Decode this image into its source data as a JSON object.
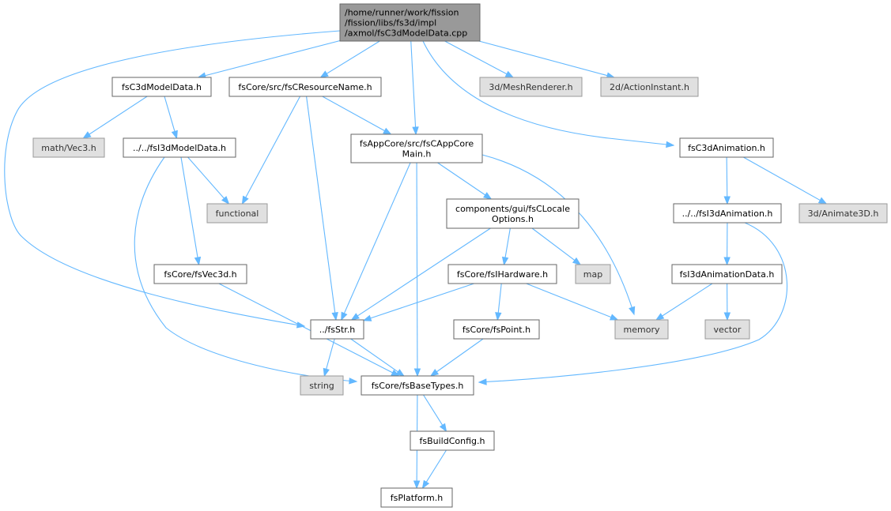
{
  "colors": {
    "edge": "#63b8ff",
    "root_fill": "#999999",
    "local_fill": "#ffffff",
    "external_fill": "#e0e0e0",
    "border": "#666666"
  },
  "nodes": [
    {
      "id": "root",
      "kind": "root",
      "lines": [
        "/home/runner/work/fission",
        "/fission/libs/fs3d/impl",
        "/axmol/fsC3dModelData.cpp"
      ]
    },
    {
      "id": "fsC3dModelData_h",
      "kind": "local",
      "lines": [
        "fsC3dModelData.h"
      ]
    },
    {
      "id": "fsCResourceName_h",
      "kind": "local",
      "lines": [
        "fsCore/src/fsCResourceName.h"
      ]
    },
    {
      "id": "MeshRenderer_h",
      "kind": "external",
      "lines": [
        "3d/MeshRenderer.h"
      ]
    },
    {
      "id": "ActionInstant_h",
      "kind": "external",
      "lines": [
        "2d/ActionInstant.h"
      ]
    },
    {
      "id": "Vec3_h",
      "kind": "external",
      "lines": [
        "math/Vec3.h"
      ]
    },
    {
      "id": "fsI3dModelData_h",
      "kind": "local",
      "lines": [
        "../../fsI3dModelData.h"
      ]
    },
    {
      "id": "fsCAppCoreMain_h",
      "kind": "local",
      "lines": [
        "fsAppCore/src/fsCAppCore",
        "Main.h"
      ]
    },
    {
      "id": "fsC3dAnimation_h",
      "kind": "local",
      "lines": [
        "fsC3dAnimation.h"
      ]
    },
    {
      "id": "functional",
      "kind": "external",
      "lines": [
        "functional"
      ]
    },
    {
      "id": "fsCLocaleOptions_h",
      "kind": "local",
      "lines": [
        "components/gui/fsCLocale",
        "Options.h"
      ]
    },
    {
      "id": "fsI3dAnimation_h",
      "kind": "local",
      "lines": [
        "../../fsI3dAnimation.h"
      ]
    },
    {
      "id": "Animate3D_h",
      "kind": "external",
      "lines": [
        "3d/Animate3D.h"
      ]
    },
    {
      "id": "fsVec3d_h",
      "kind": "local",
      "lines": [
        "fsCore/fsVec3d.h"
      ]
    },
    {
      "id": "fsIHardware_h",
      "kind": "local",
      "lines": [
        "fsCore/fsIHardware.h"
      ]
    },
    {
      "id": "map",
      "kind": "external",
      "lines": [
        "map"
      ]
    },
    {
      "id": "fsI3dAnimationData_h",
      "kind": "local",
      "lines": [
        "fsI3dAnimationData.h"
      ]
    },
    {
      "id": "fsStr_h",
      "kind": "local",
      "lines": [
        "../fsStr.h"
      ]
    },
    {
      "id": "fsPoint_h",
      "kind": "local",
      "lines": [
        "fsCore/fsPoint.h"
      ]
    },
    {
      "id": "memory",
      "kind": "external",
      "lines": [
        "memory"
      ]
    },
    {
      "id": "vector",
      "kind": "external",
      "lines": [
        "vector"
      ]
    },
    {
      "id": "string",
      "kind": "external",
      "lines": [
        "string"
      ]
    },
    {
      "id": "fsBaseTypes_h",
      "kind": "local",
      "lines": [
        "fsCore/fsBaseTypes.h"
      ]
    },
    {
      "id": "fsBuildConfig_h",
      "kind": "local",
      "lines": [
        "fsBuildConfig.h"
      ]
    },
    {
      "id": "fsPlatform_h",
      "kind": "local",
      "lines": [
        "fsPlatform.h"
      ]
    }
  ],
  "edges": [
    [
      "root",
      "fsStr_h"
    ],
    [
      "root",
      "fsC3dModelData_h"
    ],
    [
      "root",
      "fsCResourceName_h"
    ],
    [
      "root",
      "fsCAppCoreMain_h"
    ],
    [
      "root",
      "MeshRenderer_h"
    ],
    [
      "root",
      "ActionInstant_h"
    ],
    [
      "root",
      "fsC3dAnimation_h"
    ],
    [
      "fsC3dModelData_h",
      "Vec3_h"
    ],
    [
      "fsC3dModelData_h",
      "fsI3dModelData_h"
    ],
    [
      "fsCResourceName_h",
      "functional"
    ],
    [
      "fsCResourceName_h",
      "fsStr_h"
    ],
    [
      "fsCResourceName_h",
      "fsCAppCoreMain_h"
    ],
    [
      "fsI3dModelData_h",
      "functional"
    ],
    [
      "fsI3dModelData_h",
      "fsVec3d_h"
    ],
    [
      "fsI3dModelData_h",
      "fsBaseTypes_h"
    ],
    [
      "fsCAppCoreMain_h",
      "fsStr_h"
    ],
    [
      "fsCAppCoreMain_h",
      "fsBaseTypes_h"
    ],
    [
      "fsCAppCoreMain_h",
      "fsCLocaleOptions_h"
    ],
    [
      "fsCAppCoreMain_h",
      "memory"
    ],
    [
      "fsC3dAnimation_h",
      "fsI3dAnimation_h"
    ],
    [
      "fsC3dAnimation_h",
      "Animate3D_h"
    ],
    [
      "fsCLocaleOptions_h",
      "fsStr_h"
    ],
    [
      "fsCLocaleOptions_h",
      "fsIHardware_h"
    ],
    [
      "fsCLocaleOptions_h",
      "map"
    ],
    [
      "fsI3dAnimation_h",
      "fsI3dAnimationData_h"
    ],
    [
      "fsI3dAnimation_h",
      "fsBaseTypes_h"
    ],
    [
      "fsVec3d_h",
      "fsBaseTypes_h"
    ],
    [
      "fsIHardware_h",
      "fsStr_h"
    ],
    [
      "fsIHardware_h",
      "fsPoint_h"
    ],
    [
      "fsIHardware_h",
      "memory"
    ],
    [
      "fsI3dAnimationData_h",
      "memory"
    ],
    [
      "fsI3dAnimationData_h",
      "vector"
    ],
    [
      "fsStr_h",
      "string"
    ],
    [
      "fsStr_h",
      "fsBaseTypes_h"
    ],
    [
      "fsPoint_h",
      "fsBaseTypes_h"
    ],
    [
      "fsBaseTypes_h",
      "fsBuildConfig_h"
    ],
    [
      "fsBaseTypes_h",
      "fsPlatform_h"
    ],
    [
      "fsBuildConfig_h",
      "fsPlatform_h"
    ]
  ]
}
